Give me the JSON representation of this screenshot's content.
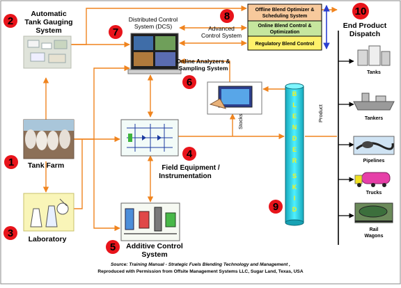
{
  "components": {
    "tank_gauging": {
      "number": "2",
      "lines": [
        "Automatic",
        "Tank Gauging",
        "System"
      ]
    },
    "dcs": {
      "number": "7",
      "lines": [
        "Distributed Control",
        "System (DCS)"
      ]
    },
    "advanced_control": {
      "number": "8",
      "lines": [
        "Advanced",
        "Control System"
      ]
    },
    "tank_farm": {
      "number": "1",
      "label": "Tank Farm"
    },
    "laboratory": {
      "number": "3",
      "label": "Laboratory"
    },
    "online_analyzers": {
      "number": "6",
      "lines": [
        "Online Analyzers &",
        "Sampling System"
      ]
    },
    "field_equipment": {
      "number": "4",
      "lines": [
        "Field Equipment /",
        "Instrumentation"
      ]
    },
    "additive_control": {
      "number": "5",
      "lines": [
        "Additive Control",
        "System"
      ]
    },
    "blender_skid": {
      "number": "9",
      "letters": [
        "B",
        "L",
        "E",
        "N",
        "D",
        "E",
        "R",
        "S",
        "K",
        "I",
        "D"
      ]
    },
    "end_product": {
      "number": "10",
      "lines": [
        "End Product",
        "Dispatch"
      ]
    }
  },
  "control_boxes": [
    {
      "lines": [
        "Offline Blend Optimizer &",
        "Scheduling System"
      ],
      "color": "#f7c99c"
    },
    {
      "lines": [
        "Online Blend Control &",
        "Optimization"
      ],
      "color": "#c6e69e"
    },
    {
      "lines": [
        "Regulatory Blend Control"
      ],
      "color": "#fff16a"
    }
  ],
  "flow_labels": {
    "stocks": "Stocks",
    "product": "Product"
  },
  "dispatch": [
    "Tanks",
    "Tankers",
    "Pipelines",
    "Trucks",
    "Rail",
    "Wagons"
  ],
  "source": {
    "line1": "Source: Training Manual - Strategic Fuels Blending Technology and Management ,",
    "line2": "Reproduced with Permission from Offsite Management Systems LLC, Sugar Land, Texas, USA"
  },
  "colors": {
    "arrow": "#f0841e",
    "badge": "#e8141b",
    "skid": "#2bd4e6",
    "skid_text": "#f6f21a",
    "blue_arrow": "#2a3fd0"
  }
}
